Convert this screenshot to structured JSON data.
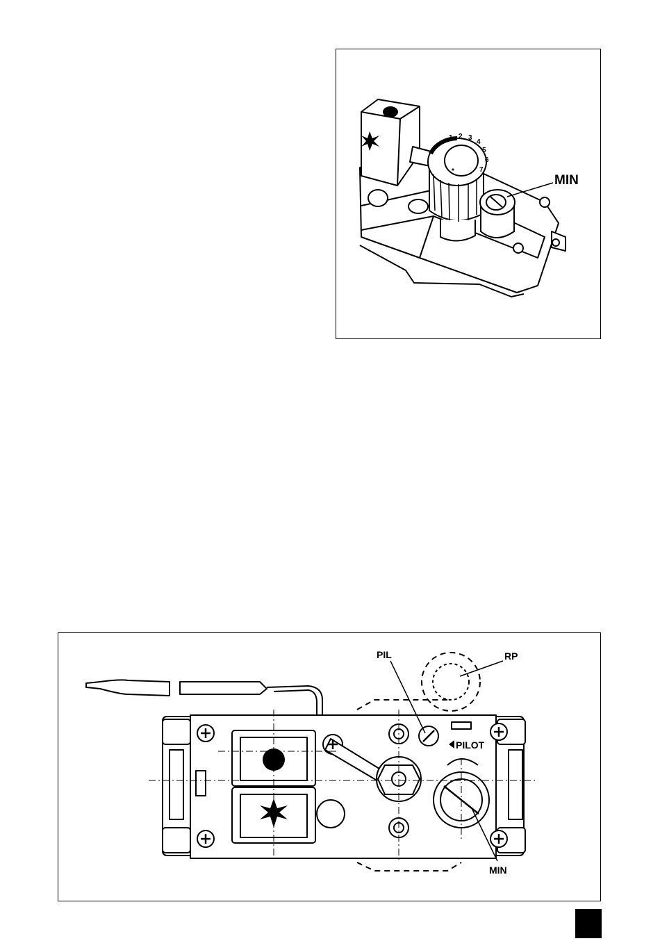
{
  "figure_top": {
    "label_min": "MIN",
    "dial_numbers": [
      "1",
      "2",
      "3",
      "4",
      "5",
      "6",
      "7"
    ],
    "dial_star": "*"
  },
  "figure_bottom": {
    "label_pil": "PIL",
    "label_rp": "RP",
    "label_pilot": "PILOT",
    "label_min": "MIN"
  },
  "colors": {
    "ink": "#000000",
    "paper": "#ffffff"
  }
}
